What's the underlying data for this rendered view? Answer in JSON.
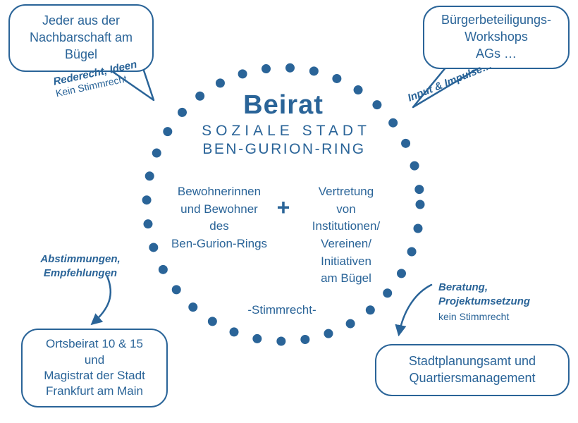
{
  "colors": {
    "accent": "#2A6498"
  },
  "circle": {
    "title": "Beirat",
    "subtitle1": "SOZIALE STADT",
    "subtitle2": "BEN-GURION-RING",
    "left_group": "Bewohnerinnen\nund Bewohner\ndes\nBen-Gurion-Rings",
    "plus": "+",
    "right_group": "Vertretung\nvon\nInstitutionen/\nVereinen/\nInitiativen\nam Bügel",
    "voting_note": "-Stimmrecht-"
  },
  "bubbles": {
    "top_left": "Jeder aus der\nNachbarschaft am\nBügel",
    "top_right": "Bürgerbeteiligungs-\nWorkshops\nAGs …",
    "bottom_left": "Ortsbeirat 10 & 15\nund\nMagistrat der Stadt\nFrankfurt am Main",
    "bottom_right": "Stadtplanungsamt und\nQuartiersmanagement"
  },
  "labels": {
    "top_left_primary": "Rederecht, Ideen",
    "top_left_secondary": "Kein Stimmrecht",
    "top_right_primary": "Input & Impulse…",
    "bottom_left_primary": "Abstimmungen,\nEmpfehlungen",
    "bottom_right_primary": "Beratung,\nProjektumsetzung",
    "bottom_right_secondary": "kein Stimmrecht"
  }
}
